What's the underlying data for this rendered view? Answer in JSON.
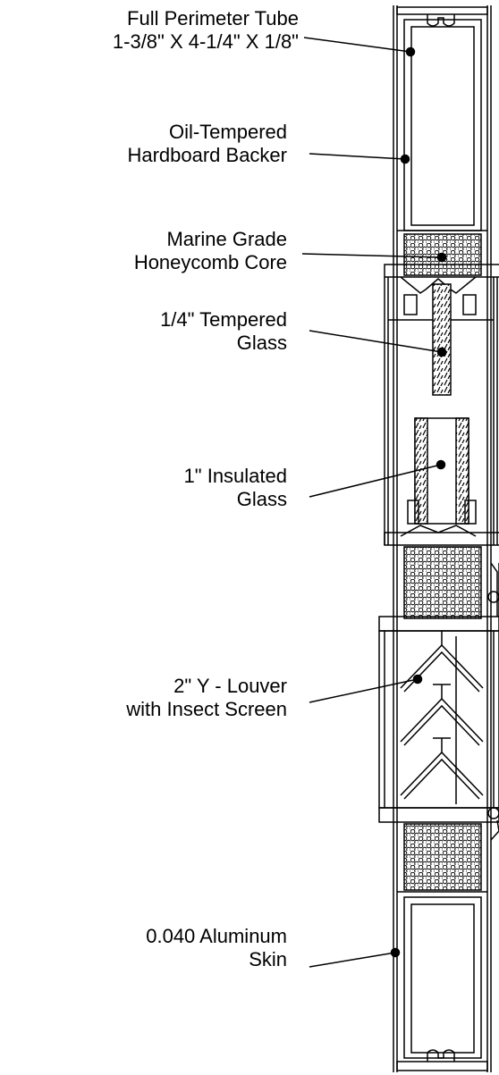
{
  "callouts": [
    {
      "id": "perimeter-tube",
      "lines": [
        "Full Perimeter Tube",
        "1-3/8\" X 4-1/4\" X 1/8\""
      ]
    },
    {
      "id": "hardboard-backer",
      "lines": [
        "Oil-Tempered",
        "Hardboard Backer"
      ]
    },
    {
      "id": "honeycomb-core",
      "lines": [
        "Marine Grade",
        "Honeycomb Core"
      ]
    },
    {
      "id": "tempered-glass",
      "lines": [
        "1/4\"  Tempered",
        "Glass"
      ]
    },
    {
      "id": "insulated-glass",
      "lines": [
        "1\"  Insulated",
        "Glass"
      ]
    },
    {
      "id": "y-louver",
      "lines": [
        "2\"  Y - Louver",
        "with Insect Screen"
      ]
    },
    {
      "id": "aluminum-skin",
      "lines": [
        "0.040 Aluminum",
        "Skin"
      ]
    }
  ],
  "colors": {
    "ink": "#000000",
    "paper": "#ffffff"
  }
}
